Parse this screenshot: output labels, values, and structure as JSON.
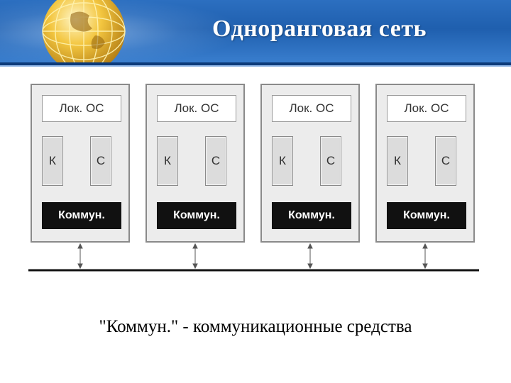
{
  "header": {
    "title": "Одноранговая сеть",
    "icon": "globe-icon"
  },
  "diagram": {
    "nodes": [
      {
        "os_label": "Лок. ОС",
        "k_label": "К",
        "c_label": "С",
        "comm_label": "Коммун."
      },
      {
        "os_label": "Лок. ОС",
        "k_label": "К",
        "c_label": "С",
        "comm_label": "Коммун."
      },
      {
        "os_label": "Лок. ОС",
        "k_label": "К",
        "c_label": "С",
        "comm_label": "Коммун."
      },
      {
        "os_label": "Лок. ОС",
        "k_label": "К",
        "c_label": "С",
        "comm_label": "Коммун."
      }
    ]
  },
  "caption": "\"Коммун.\" - коммуникационные средства",
  "colors": {
    "header_blue": "#1f5fae",
    "node_fill": "#ececec",
    "comm_fill": "#111111",
    "bus_line": "#111111"
  }
}
